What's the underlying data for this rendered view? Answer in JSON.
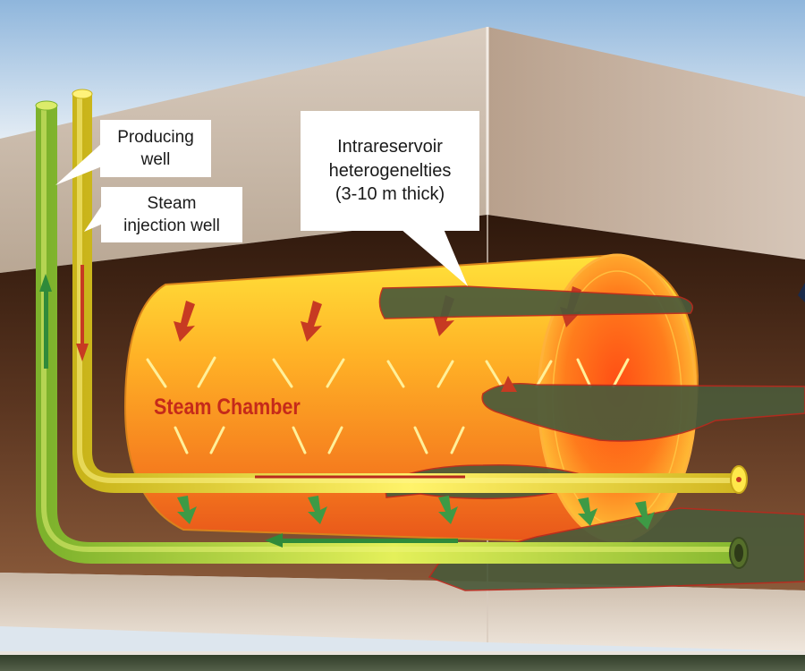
{
  "labels": {
    "producing_well": [
      "Producing",
      "well"
    ],
    "steam_injection_well": [
      "Steam",
      "injection well"
    ],
    "heterogeneities": [
      "Intrareservoir",
      "heterogenelties",
      "(3-10 m thick)"
    ],
    "steam_chamber": "Steam Chamber"
  },
  "colors": {
    "sky": "#b9d2e8",
    "rock_face": "#c7b6a5",
    "reservoir_interior": "#4a2a18",
    "steam_chamber": "#f6a324",
    "injection_pipe": "#f4e43a",
    "producing_pipe": "#a9d44a",
    "heterogeneity_layer": "#4b5a3a",
    "arrow_down": "#c73a22",
    "arrow_flow": "#3e9a45"
  },
  "icons": [
    "down-arrow-icon",
    "up-arrow-icon",
    "flow-arrow-icon"
  ]
}
